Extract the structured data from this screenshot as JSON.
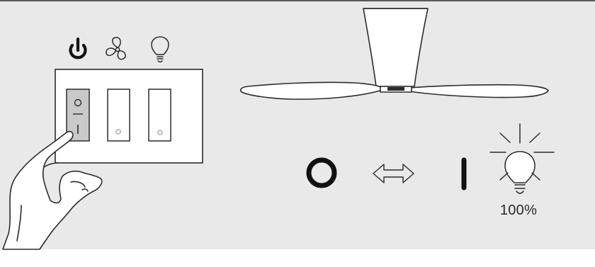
{
  "diagram": {
    "legend_icons": [
      "power-icon",
      "fan-icon",
      "light-bulb-icon"
    ],
    "switches": [
      {
        "id": "power",
        "state": "on-pressed"
      },
      {
        "id": "fan",
        "state": "off"
      },
      {
        "id": "light",
        "state": "off"
      }
    ],
    "toggle_sequence": [
      "off-symbol",
      "double-arrow",
      "on-symbol"
    ],
    "light_level_label": "100%",
    "colors": {
      "background": "#e9e9e9",
      "line": "#2b2b2b",
      "pressed_rocker": "#c9c9c9",
      "white": "#ffffff"
    }
  }
}
